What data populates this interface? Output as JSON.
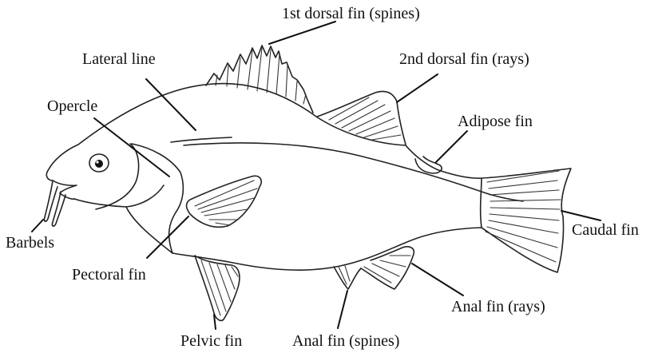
{
  "diagram": {
    "labels": {
      "first_dorsal": "1st dorsal fin (spines)",
      "second_dorsal": "2nd dorsal fin (rays)",
      "lateral_line": "Lateral line",
      "opercle": "Opercle",
      "adipose": "Adipose fin",
      "barbels": "Barbels",
      "caudal": "Caudal fin",
      "pectoral": "Pectoral fin",
      "anal_rays": "Anal fin (rays)",
      "pelvic": "Pelvic fin",
      "anal_spines": "Anal fin (spines)"
    }
  }
}
